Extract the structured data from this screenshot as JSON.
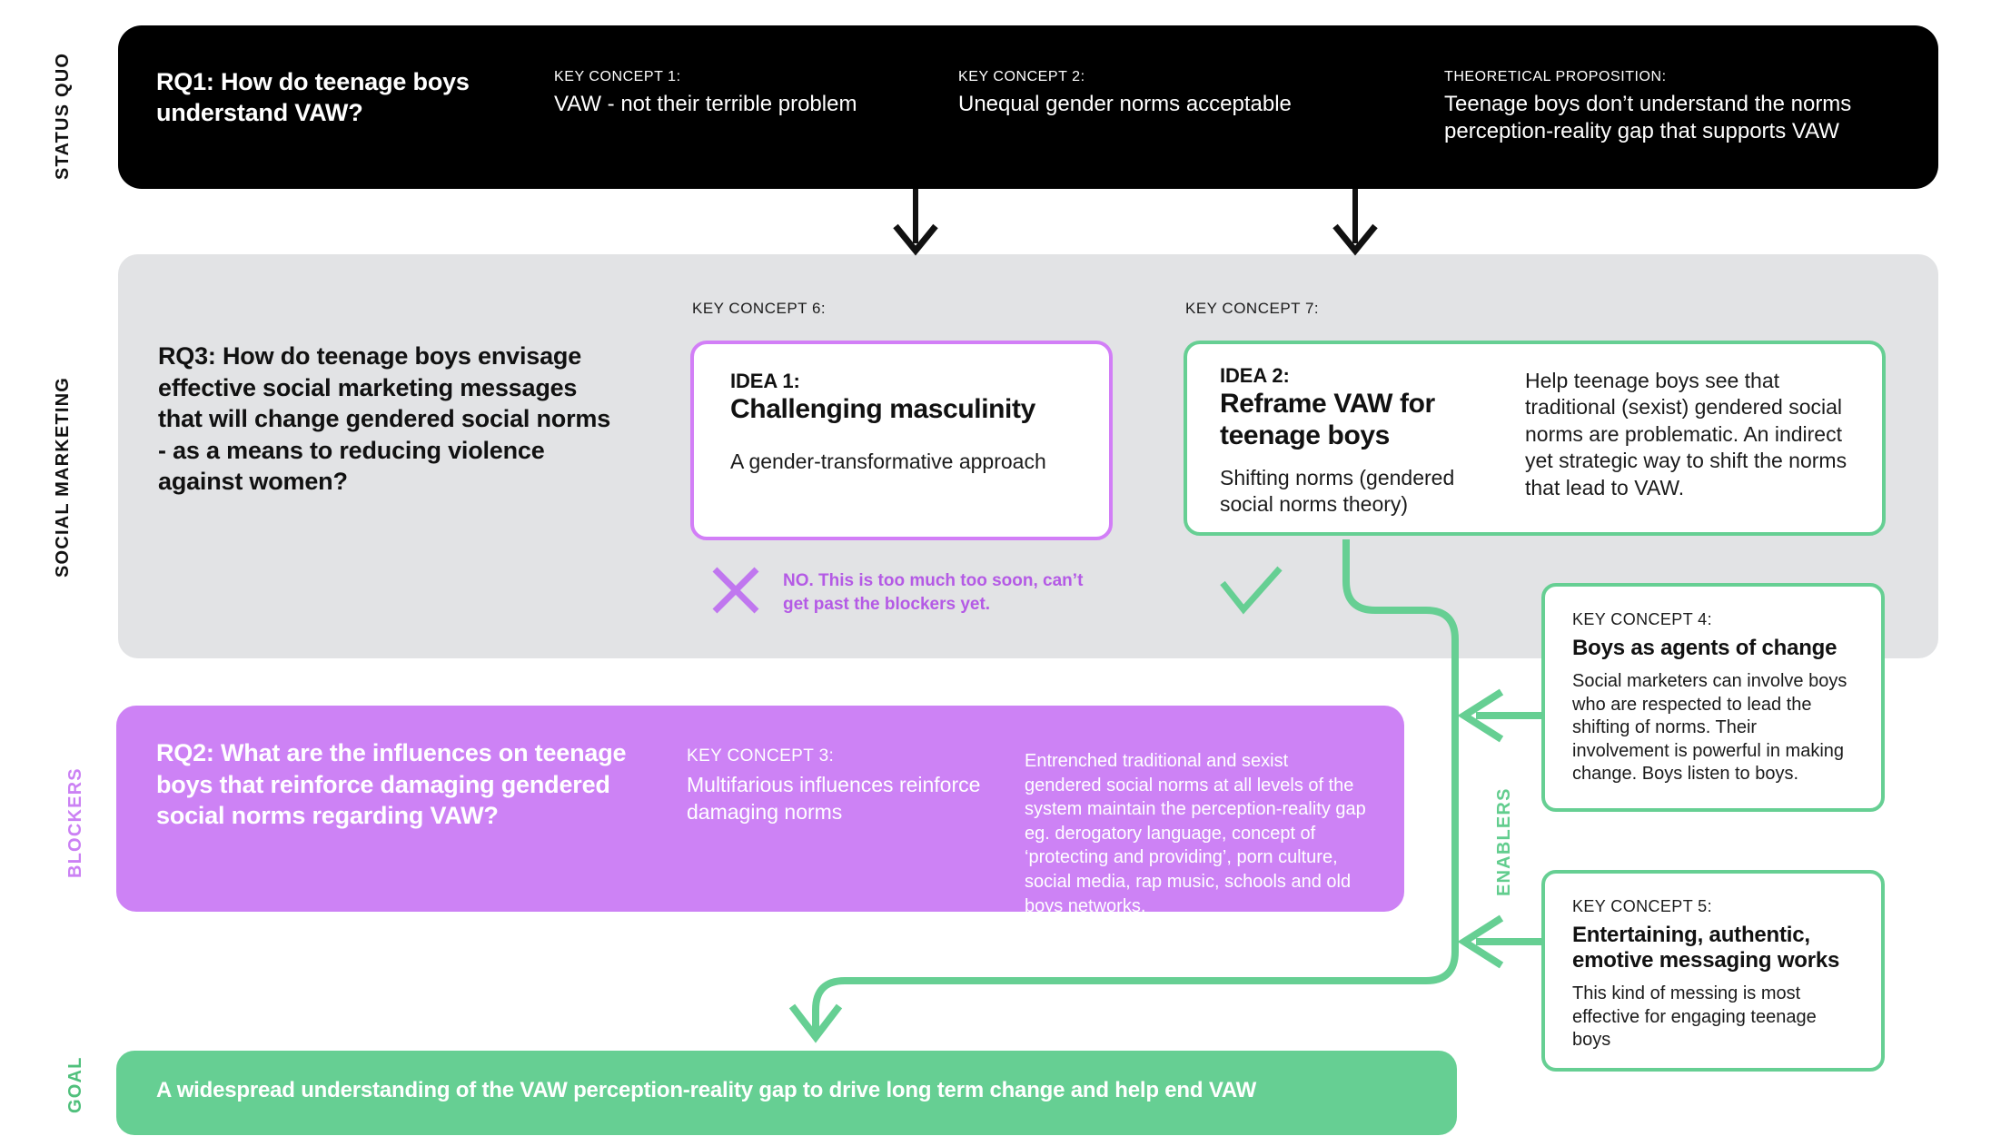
{
  "rails": {
    "status_quo": "STATUS QUO",
    "social_marketing": "SOCIAL MARKETING",
    "blockers": "BLOCKERS",
    "enablers": "ENABLERS",
    "goal": "GOAL"
  },
  "colors": {
    "black": "#000000",
    "grey_band": "#e2e3e5",
    "purple": "#cd82f5",
    "purple_border": "#d27ef7",
    "purple_text": "#b45ae5",
    "green": "#66cf93",
    "white": "#ffffff"
  },
  "status_quo": {
    "research_question": "RQ1: How do teenage boys understand VAW?",
    "columns": [
      {
        "eyebrow": "KEY CONCEPT 1:",
        "body": "VAW - not their terrible problem"
      },
      {
        "eyebrow": "KEY CONCEPT 2:",
        "body": "Unequal gender norms acceptable"
      },
      {
        "eyebrow": "THEORETICAL PROPOSITION:",
        "body": "Teenage boys don’t understand the norms perception-reality gap that supports VAW"
      }
    ]
  },
  "social_marketing": {
    "research_question": "RQ3: How do teenage boys envisage effective social marketing messages that will change gendered social norms - as a means to reducing violence against women?",
    "idea1": {
      "concept_label": "KEY CONCEPT 6:",
      "eyebrow": "IDEA 1:",
      "title": "Challenging masculinity",
      "subtitle": "A gender-transformative approach",
      "verdict_icon": "cross-icon",
      "verdict_text": "NO. This is too much too soon, can’t get past the blockers yet."
    },
    "idea2": {
      "concept_label": "KEY CONCEPT 7:",
      "eyebrow": "IDEA 2:",
      "title": "Reframe VAW for teenage boys",
      "subtitle": "Shifting norms (gendered social norms theory)",
      "description": "Help teenage boys see that traditional (sexist) gendered social norms are problematic. An indirect yet strategic way to shift the norms that lead to VAW.",
      "verdict_icon": "check-icon"
    }
  },
  "blockers": {
    "research_question": "RQ2: What are the influences on teenage boys that reinforce damaging gendered social norms regarding VAW?",
    "concept": {
      "eyebrow": "KEY CONCEPT 3:",
      "body": "Multifarious influences reinforce damaging norms"
    },
    "detail": "Entrenched traditional and sexist gendered social norms at all levels of the system maintain the perception-reality gap eg. derogatory language, concept of ‘protecting and providing’, porn culture, social media, rap music, schools and old boys networks."
  },
  "enablers": [
    {
      "eyebrow": "KEY CONCEPT 4:",
      "title": "Boys as agents of change",
      "body": "Social marketers can involve boys who are respected to lead the shifting of norms. Their involvement is powerful in making change. Boys listen to boys."
    },
    {
      "eyebrow": "KEY CONCEPT 5:",
      "title": "Entertaining, authentic, emotive messaging works",
      "body": "This kind of messing is most effective for engaging teenage boys"
    }
  ],
  "goal": {
    "statement": "A widespread understanding of the VAW perception-reality gap to drive long term change and help end VAW"
  }
}
